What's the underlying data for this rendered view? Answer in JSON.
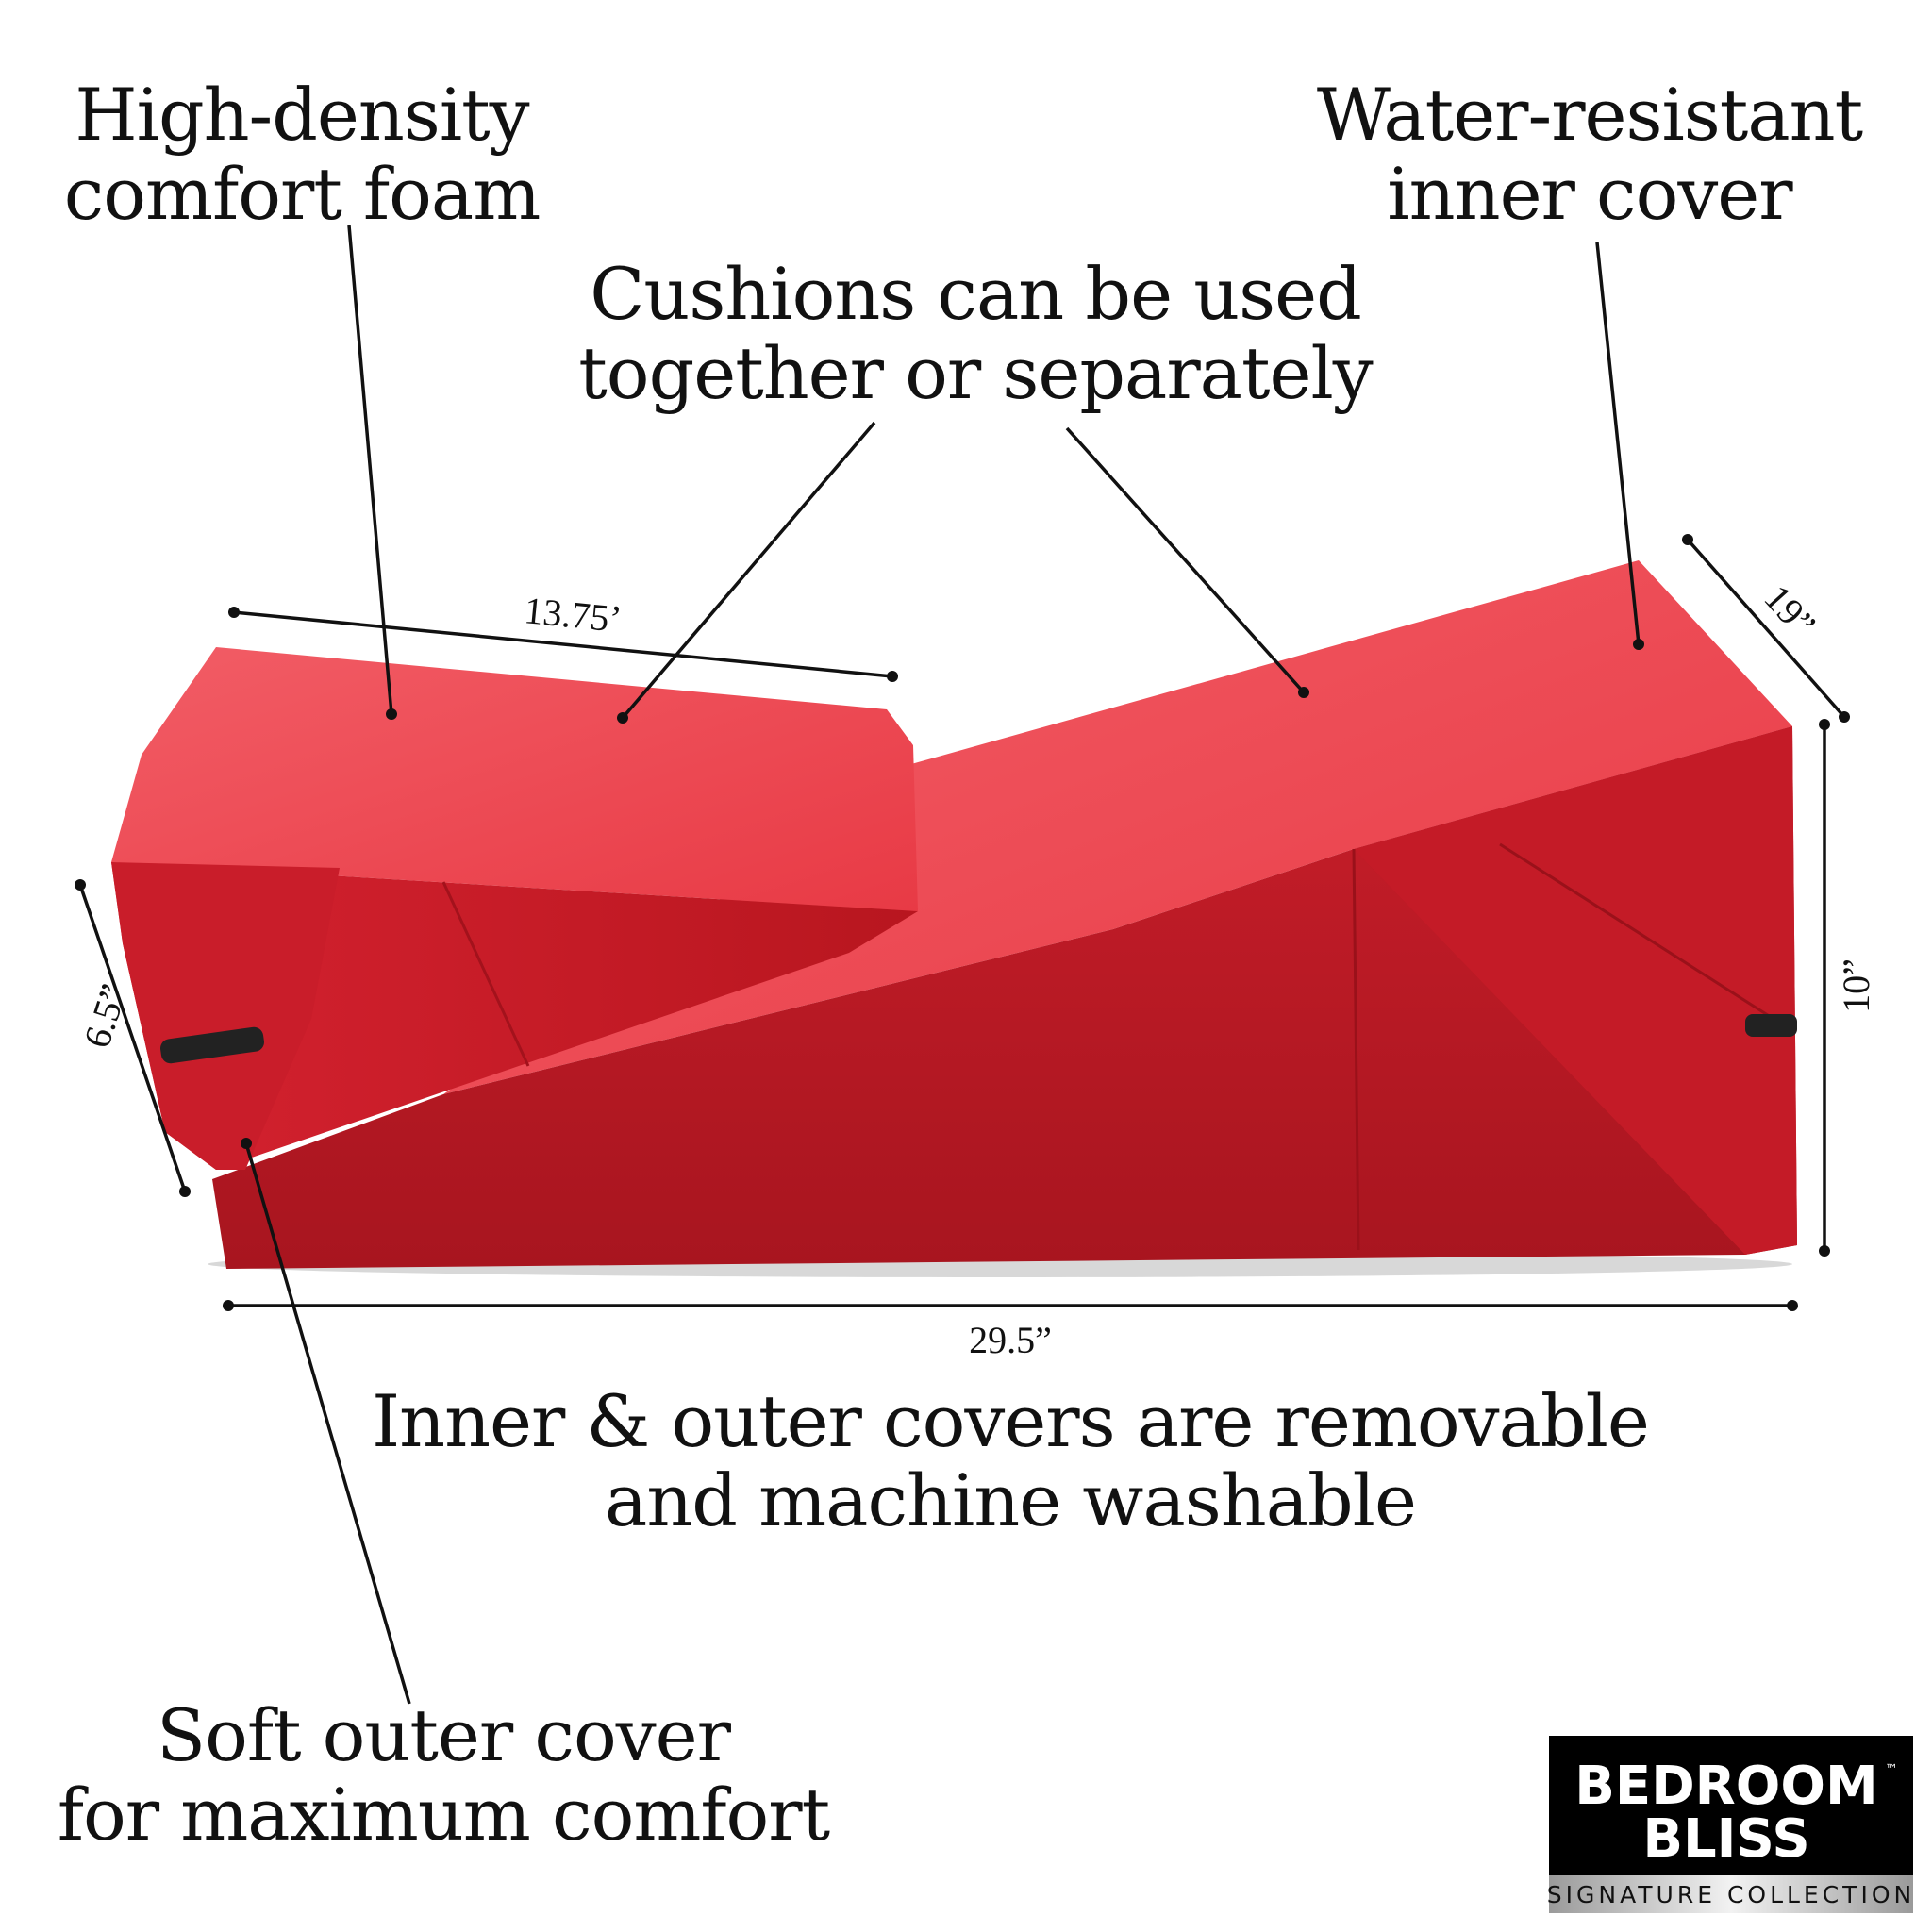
{
  "callouts": {
    "foam": [
      "High-density",
      "comfort foam"
    ],
    "water": [
      "Water-resistant",
      "inner cover"
    ],
    "cushions": [
      "Cushions can be used",
      "together or separately"
    ],
    "covers": [
      "Inner & outer covers are removable",
      "and machine washable"
    ],
    "soft": [
      "Soft outer cover",
      "for maximum comfort"
    ]
  },
  "dimensions": {
    "small_length": "13.75’",
    "depth": "19”",
    "height_large": "10”",
    "height_small": "6.5”",
    "total_length": "29.5”"
  },
  "logo": {
    "line1": "BEDROOM",
    "line2": "BLISS",
    "tm": "™",
    "tagline": "SIGNATURE COLLECTION"
  },
  "colors": {
    "product_red": "#d8202e",
    "product_top": "#f05a62",
    "text": "#111111"
  }
}
